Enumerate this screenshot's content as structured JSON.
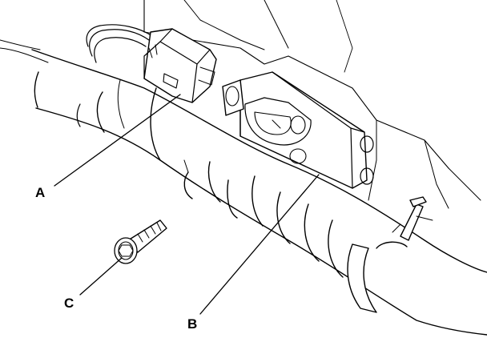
{
  "callouts": {
    "a": "A",
    "b": "B",
    "c": "C"
  },
  "parts": {
    "a": "connector",
    "b": "sensor-module",
    "c": "bolt"
  },
  "colors": {
    "line": "#000000",
    "background": "#ffffff",
    "panel_shade": "#f2f2f2"
  }
}
